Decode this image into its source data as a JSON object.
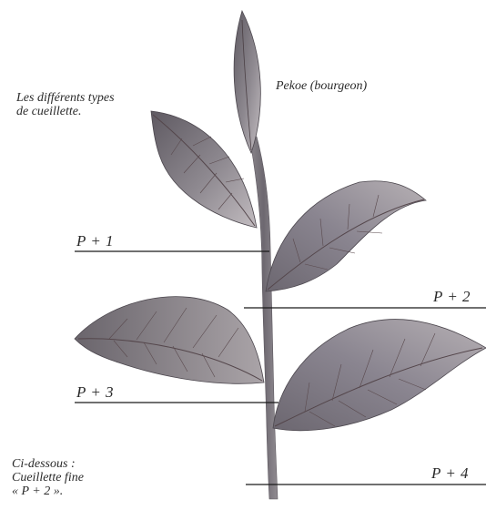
{
  "labels": {
    "title_line1": "Les différents types",
    "title_line2": "de cueillette.",
    "pekoe": "Pekoe (bourgeon)",
    "p1": "P + 1",
    "p2": "P + 2",
    "p3": "P + 3",
    "p4": "P + 4",
    "caption_line1": "Ci-dessous :",
    "caption_line2": "Cueillette fine",
    "caption_line3": "« P + 2 »."
  },
  "colors": {
    "leaf_dark": "#6f6a70",
    "leaf_mid": "#8c8890",
    "leaf_light": "#b9b4b8",
    "vein": "#5a4a4e",
    "stem": "#7e7980",
    "line": "#1a1a1a"
  }
}
